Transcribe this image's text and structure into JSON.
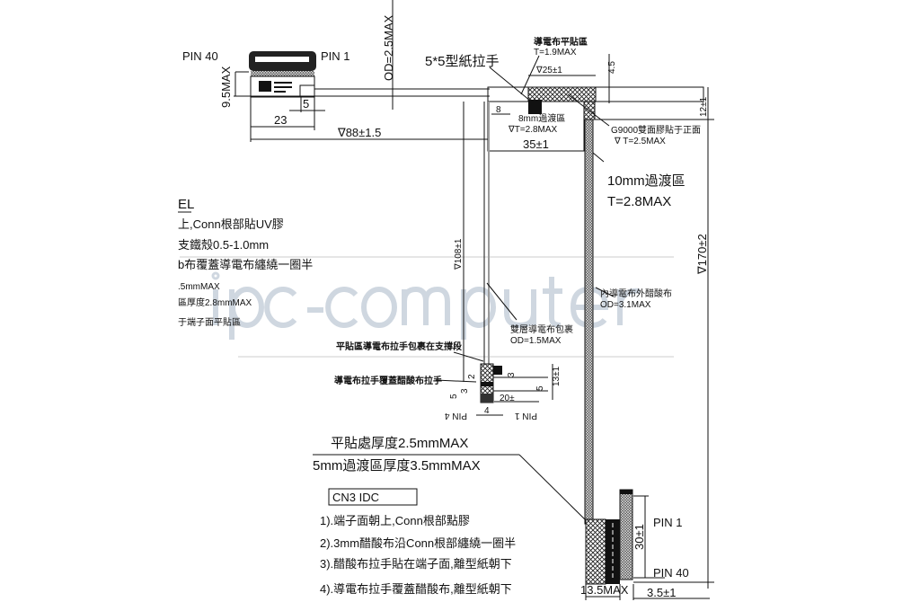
{
  "watermark": "ipc-computer",
  "top_connector": {
    "pin_left": "PIN 40",
    "pin_right": "PIN 1",
    "height_dim": "9.5MAX",
    "dim_5": "5",
    "dim_23": "23",
    "length_dim": "∇88±1.5",
    "cable_od": "OD=2.5MAX"
  },
  "top_right": {
    "pull_tab": "5*5型紙拉手",
    "flat_zone_title": "導電布平貼區",
    "flat_zone_t": "T=1.9MAX",
    "dim_25": "∇25±1",
    "dim_4_5": "4.5",
    "dim_8": "8",
    "transition_8mm": "8mm過渡區",
    "transition_8mm_t": "∇T=2.8MAX",
    "dim_35": "35±1",
    "g9000_note": "G9000雙面膠貼于正面",
    "g9000_t": "∇ T=2.5MAX",
    "transition_10mm": "10mm過渡區",
    "transition_10mm_t": "T=2.8MAX",
    "dim_12": "12±1",
    "dim_170": "∇170±2"
  },
  "left_notes": {
    "title": "EL",
    "lines": [
      "上,Conn根部貼UV膠",
      "支鐵殼0.5-1.0mm",
      "b布覆蓋導電布纏繞一圈半",
      ".5mmMAX",
      "區厚度2.8mmMAX",
      "于端子面平貼區"
    ]
  },
  "middle": {
    "dim_108": "∇108±1",
    "inner_cloth": "內導電布外醋酸布",
    "inner_cloth_od": "OD=3.1MAX",
    "outer_cloth": "雙層導電布包裹",
    "outer_cloth_od": "OD=1.5MAX",
    "flat_wrap_note": "平貼區導電布拉手包裹在支撐段",
    "tab_cover_note": "導電布拉手覆蓋醋酸布拉手",
    "small_dims": [
      "2",
      "3",
      "5",
      "3",
      "5",
      "13±1",
      "20±",
      "4"
    ],
    "pin_left": "PIN 4",
    "pin_right": "PIN 1"
  },
  "bottom": {
    "flat_thickness": "平貼處厚度2.5mmMAX",
    "transition_thickness": "5mm過渡區厚度3.5mmMAX",
    "box_title": "CN3  IDC",
    "notes": [
      "1).端子面朝上,Conn根部點膠",
      "2).3mm醋酸布沿Conn根部纏繞一圈半",
      "3).醋酸布拉手貼在端子面,離型紙朝下",
      "4).導電布拉手覆蓋醋酸布,離型紙朝下"
    ],
    "pin_1": "PIN 1",
    "pin_40": "PIN 40",
    "dim_30": "30±1",
    "dim_3_5max": "13.5MAX",
    "dim_3_5": "3.5±1"
  }
}
